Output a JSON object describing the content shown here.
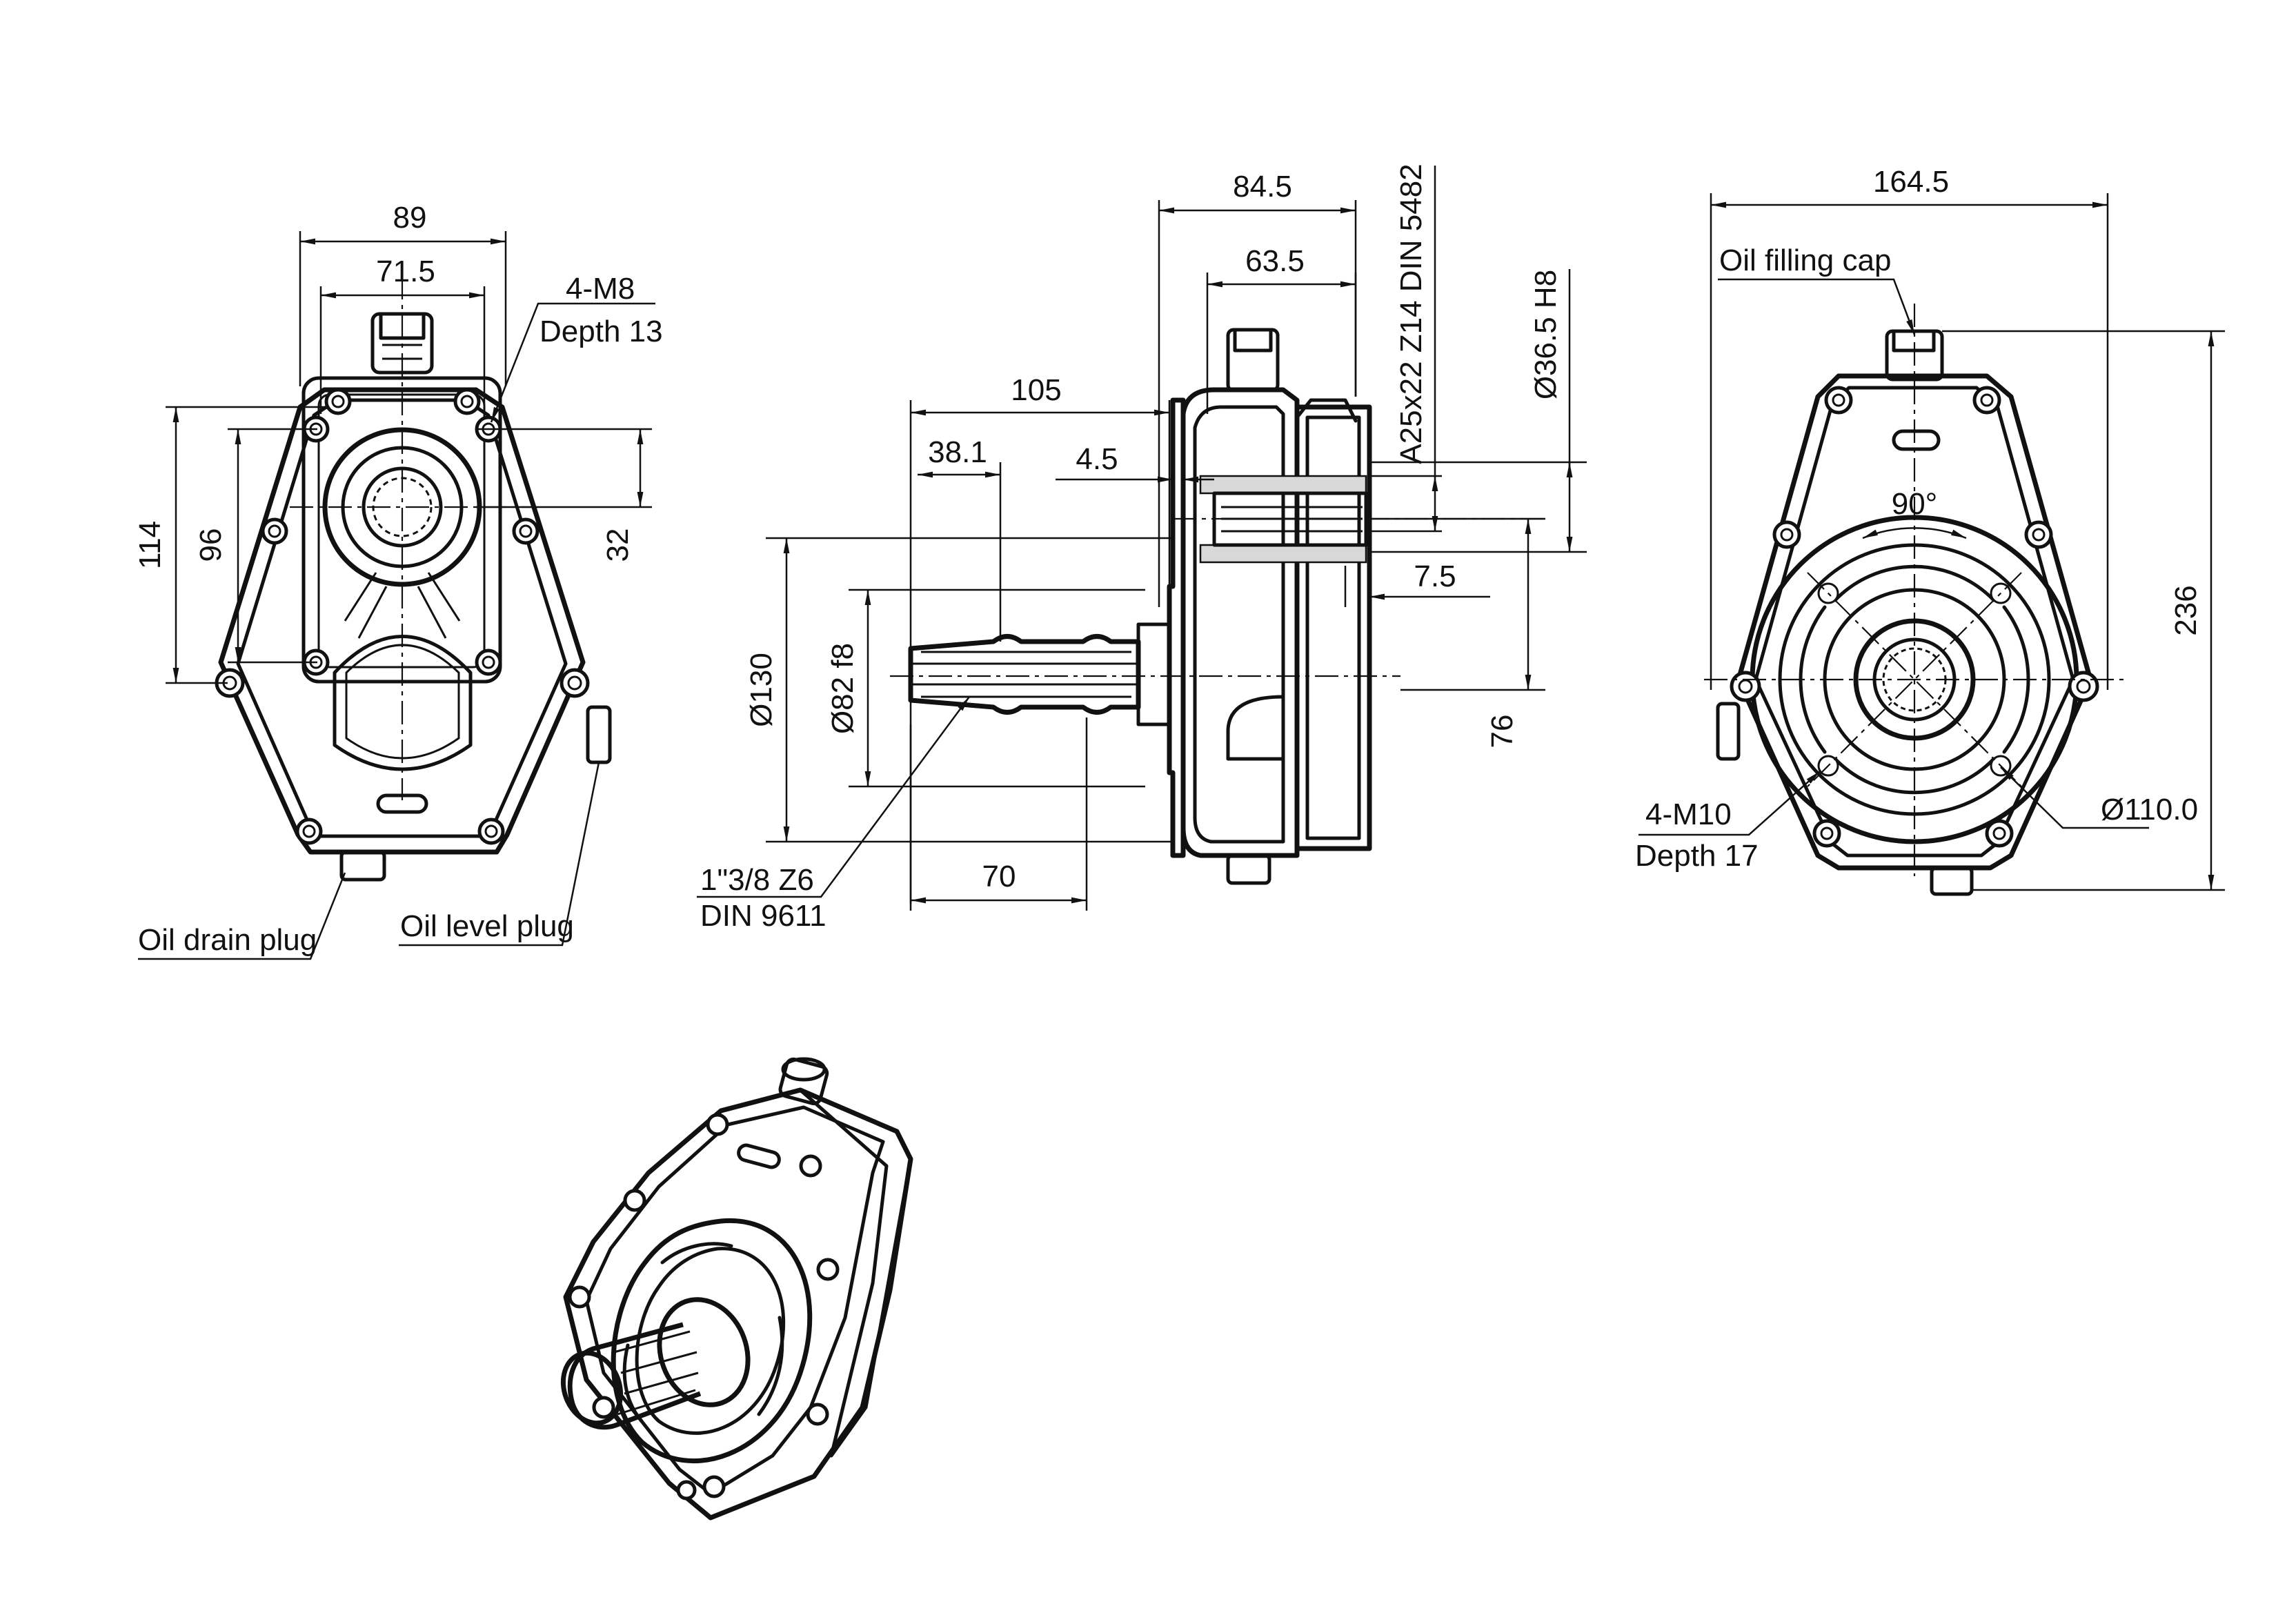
{
  "front_view": {
    "dim_width_outer": "89",
    "dim_width_bolts": "71.5",
    "dim_height_114": "114",
    "dim_height_96": "96",
    "dim_offset_32": "32",
    "thread_line1": "4-M8",
    "thread_line2": "Depth 13",
    "oil_drain_label": "Oil drain plug",
    "oil_level_label": "Oil level plug"
  },
  "side_view": {
    "dim_105": "105",
    "dim_38_1": "38.1",
    "dim_4_5": "4.5",
    "dim_84_5": "84.5",
    "dim_63_5": "63.5",
    "dim_7_5": "7.5",
    "dim_76": "76",
    "dim_70": "70",
    "dim_dia130": "Ø130",
    "dim_dia82": "Ø82  f8",
    "spline_spec": "A25x22 Z14 DIN 5482",
    "bore_spec": "Ø36.5  H8",
    "shaft_line1": "1\"3/8 Z6",
    "shaft_line2": "DIN 9611"
  },
  "rear_view": {
    "dim_164_5": "164.5",
    "dim_236": "236",
    "angle": "90°",
    "oil_filling_label": "Oil filling cap",
    "thread_line1": "4-M10",
    "thread_line2": "Depth 17",
    "dim_dia110": "Ø110.0"
  }
}
